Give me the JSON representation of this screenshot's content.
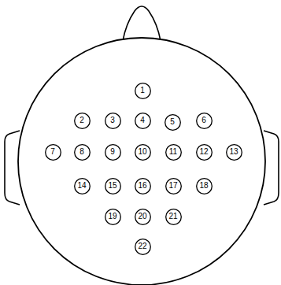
{
  "diagram": {
    "nodes": [
      {
        "text": [
          "1"
        ]
      },
      {
        "text": [
          "2"
        ]
      },
      {
        "text": [
          "3"
        ]
      },
      {
        "text": [
          "4"
        ]
      },
      {
        "text": [
          "5"
        ]
      },
      {
        "text": [
          "6"
        ]
      },
      {
        "text": [
          "7"
        ]
      },
      {
        "text": [
          "8"
        ]
      },
      {
        "text": [
          "9"
        ]
      },
      {
        "text": [
          "10"
        ]
      },
      {
        "text": [
          "11"
        ]
      },
      {
        "text": [
          "12"
        ]
      },
      {
        "text": [
          "13"
        ]
      },
      {
        "text": [
          "14"
        ]
      },
      {
        "text": [
          "15"
        ]
      },
      {
        "text": [
          "16"
        ]
      },
      {
        "text": [
          "17"
        ]
      },
      {
        "text": [
          "18"
        ]
      },
      {
        "text": [
          "19"
        ]
      },
      {
        "text": [
          "20"
        ]
      },
      {
        "text": [
          "21"
        ]
      },
      {
        "text": [
          "22"
        ]
      }
    ]
  }
}
